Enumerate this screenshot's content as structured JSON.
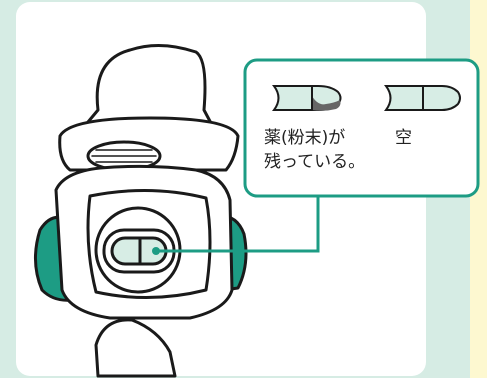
{
  "callout": {
    "powder_remaining": [
      "薬(粉末)が",
      "残っている。"
    ],
    "empty": "空"
  },
  "colors": {
    "background": "#d6ece4",
    "panel": "#ffffff",
    "accent_teal": "#1d9c84",
    "capsule_fill": "#d7ede5",
    "outline": "#1a1a1a",
    "side_strip": "#fdf8d0"
  },
  "icons": [
    "inhaler-device",
    "capsule-with-powder-icon",
    "empty-capsule-icon",
    "hand"
  ]
}
